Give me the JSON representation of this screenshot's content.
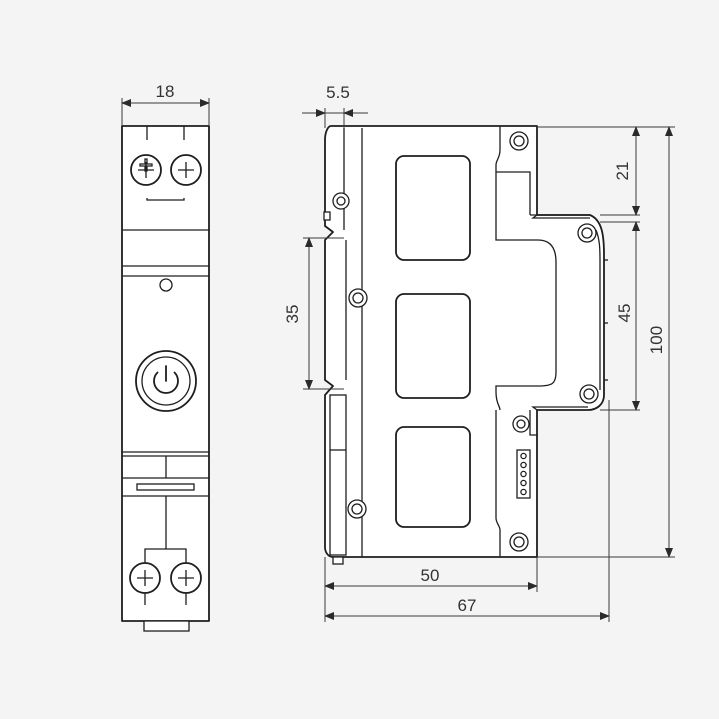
{
  "diagram": {
    "dimensions": {
      "front_width": "18",
      "clip_offset": "5.5",
      "rail_height": "35",
      "top_offset": "21",
      "middle_height": "45",
      "total_height": "100",
      "body_depth": "50",
      "total_depth": "67"
    },
    "icons": {
      "power_button": "power-icon",
      "terminal_screws": "cross-screw-icon"
    },
    "colors": {
      "background": "#f4f4f4",
      "line": "#1e1e1e"
    }
  }
}
